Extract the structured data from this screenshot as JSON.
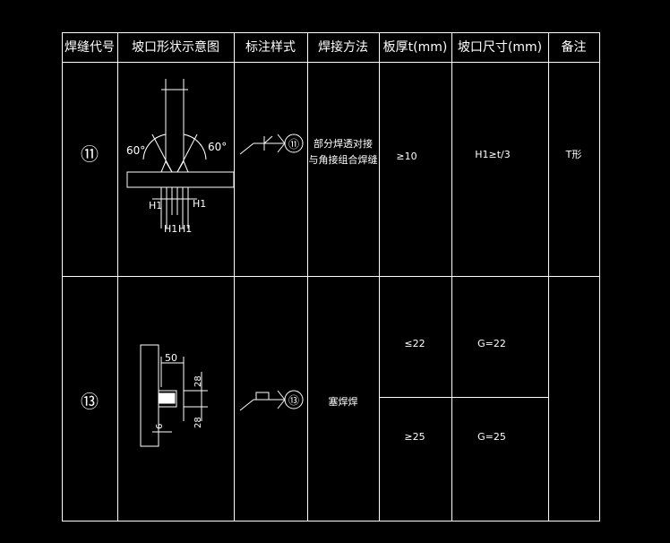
{
  "headers": [
    "焊缝代号",
    "坡口形状示意图",
    "标注样式",
    "焊接方法",
    "板厚t(mm)",
    "坡口尺寸(mm)",
    "备注"
  ],
  "rows": [
    {
      "code": "⑪",
      "diagram_labels": {
        "angle_left": "60°",
        "angle_right": "60°",
        "h1_a": "H1",
        "h1_b": "H1",
        "h1_c": "H1",
        "h1_d": "H1"
      },
      "marker_code": "⑪",
      "method_line1": "部分焊透对接",
      "method_line2": "与角接组合焊缝",
      "thickness": "≥10",
      "groove": "H1≥t/3",
      "remark": "T形"
    },
    {
      "code": "⑬",
      "diagram_labels": {
        "dim_50": "50",
        "dim_28_top": "28",
        "dim_28_bottom": "28",
        "dim_6": "6"
      },
      "marker_code": "⑬",
      "method": "塞焊焊",
      "thickness_1": "≤22",
      "groove_1": "G=22",
      "thickness_2": "≥25",
      "groove_2": "G=25"
    }
  ]
}
